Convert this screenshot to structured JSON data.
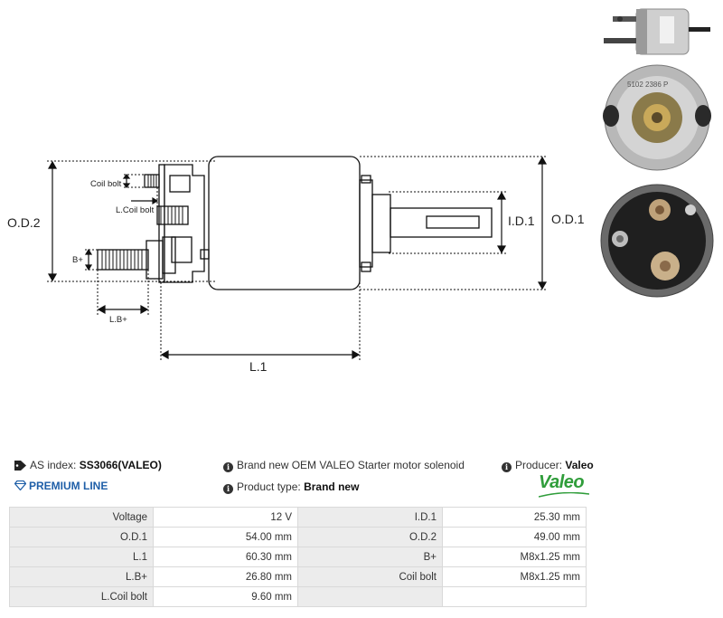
{
  "drawing": {
    "labels": {
      "od2": "O.D.2",
      "od1": "O.D.1",
      "id1": "I.D.1",
      "l1": "L.1",
      "coil_bolt": "Coil bolt",
      "l_coil_bolt": "L.Coil bolt",
      "b_plus": "B+",
      "lb_plus": "L.B+"
    },
    "photo_marking": "5102 2386 P"
  },
  "info": {
    "as_index_label": "AS index:",
    "as_index_value": "SS3066(VALEO)",
    "description": "Brand new OEM VALEO Starter motor solenoid",
    "producer_label": "Producer:",
    "producer_value": "Valeo",
    "premium": "PREMIUM LINE",
    "product_type_label": "Product type:",
    "product_type_value": "Brand new",
    "logo_text": "Valeo"
  },
  "specs": [
    {
      "k1": "Voltage",
      "v1": "12 V",
      "k2": "I.D.1",
      "v2": "25.30 mm"
    },
    {
      "k1": "O.D.1",
      "v1": "54.00 mm",
      "k2": "O.D.2",
      "v2": "49.00 mm"
    },
    {
      "k1": "L.1",
      "v1": "60.30 mm",
      "k2": "B+",
      "v2": "M8x1.25 mm"
    },
    {
      "k1": "L.B+",
      "v1": "26.80 mm",
      "k2": "Coil bolt",
      "v2": "M8x1.25 mm"
    },
    {
      "k1": "L.Coil bolt",
      "v1": "9.60 mm",
      "k2": "",
      "v2": ""
    }
  ],
  "colors": {
    "premium_blue": "#1f5fa8",
    "valeo_green": "#2f9d3a"
  },
  "icons": [
    "tag-icon",
    "info-icon",
    "diamond-icon"
  ]
}
